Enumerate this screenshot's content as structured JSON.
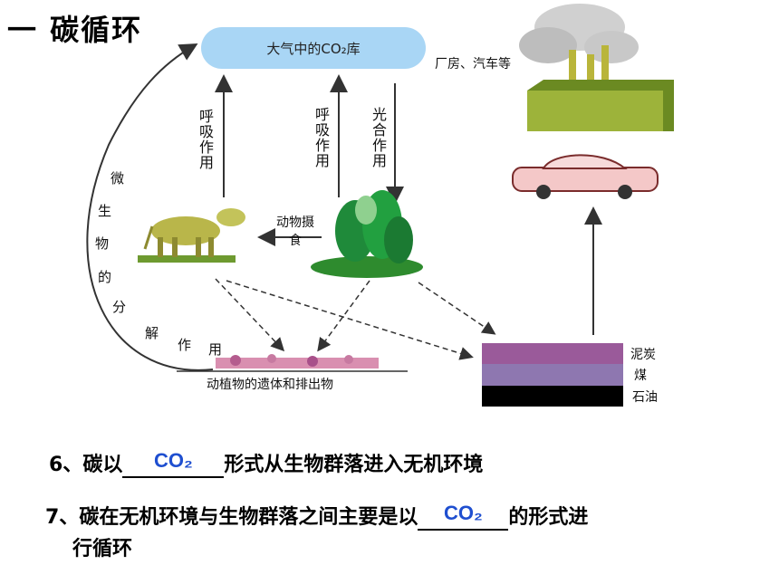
{
  "title": "一  碳循环",
  "diagram": {
    "atmosphere": "大气中的CO₂库",
    "factory_label": "厂房、汽车等",
    "respiration_left": "呼吸作用",
    "respiration_mid": "呼吸作用",
    "photosynthesis": "光合作用",
    "animal_feeding": "动物摄食",
    "decomposition": [
      "微",
      "生",
      "物",
      "的",
      "分",
      "解",
      "作",
      "用"
    ],
    "remains": "动植物的遗体和排出物",
    "fuel_layers": [
      "泥炭",
      "煤",
      "石油"
    ],
    "colors": {
      "cloud": "#a9d6f5",
      "peat": "#9a5a9a",
      "coal": "#8e77b0",
      "oil": "#000000",
      "answer": "#1f4fd0"
    }
  },
  "questions": [
    {
      "number": "6、",
      "before": "碳以",
      "answer": "CO₂",
      "after": "形式从生物群落进入无机环境"
    },
    {
      "number": "7、",
      "before": "碳在无机环境与生物群落之间主要是以",
      "answer": "CO₂",
      "after": "的形式进",
      "continuation": "行循环"
    }
  ]
}
